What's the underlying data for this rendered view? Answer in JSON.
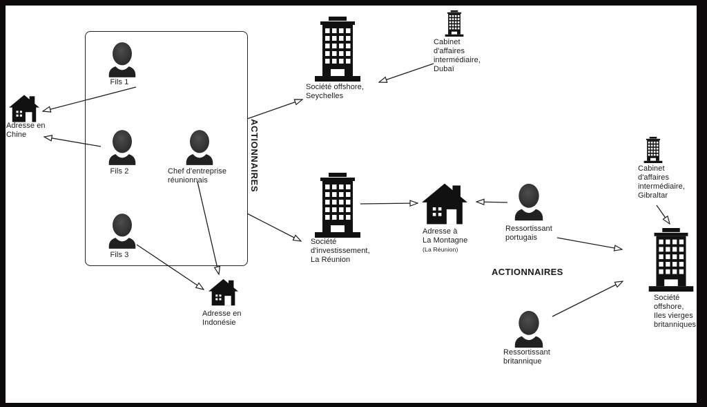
{
  "colors": {
    "ink": "#1a1a1a",
    "icon_fill": "#111111",
    "person_head": "#3a3a3a",
    "person_body": "#222222",
    "canvas": "#fefefe",
    "frame": "#0d0a0b"
  },
  "labels": {
    "actionnaires_box": "ACTIONNAIRES",
    "actionnaires_right": "ACTIONNAIRES"
  },
  "nodes": {
    "adresse_chine": {
      "icon": "house-icon",
      "label": "Adresse en\nChine"
    },
    "fils1": {
      "icon": "person-icon",
      "label": "Fils 1"
    },
    "fils2": {
      "icon": "person-icon",
      "label": "Fils 2"
    },
    "chef": {
      "icon": "person-icon",
      "label": "Chef d'entreprise\nréunionnais"
    },
    "fils3": {
      "icon": "person-icon",
      "label": "Fils 3"
    },
    "seychelles": {
      "icon": "office-building-icon",
      "label": "Société offshore,\nSeychelles"
    },
    "dubai": {
      "icon": "office-building-icon",
      "label": "Cabinet\nd'affaires\nintermédiaire,\nDubaï"
    },
    "investissement": {
      "icon": "office-building-icon",
      "label": "Société\nd'investissement,\nLa Réunion"
    },
    "montagne": {
      "icon": "house-icon",
      "label": "Adresse à\nLa Montagne",
      "sublabel": "(La Réunion)"
    },
    "portugais": {
      "icon": "person-icon",
      "label": "Ressortissant\nportugais"
    },
    "britannique": {
      "icon": "person-icon",
      "label": "Ressortissant\nbritannique"
    },
    "gibraltar": {
      "icon": "office-building-icon",
      "label": "Cabinet\nd'affaires\nintermédiaire,\nGibraltar"
    },
    "bvi": {
      "icon": "office-building-icon",
      "label": "Société\noffshore,\nIles vierges\nbritanniques"
    },
    "indonesie": {
      "icon": "house-icon",
      "label": "Adresse en\nIndonésie"
    }
  },
  "edges": [
    {
      "from": "fils1",
      "to": "adresse_chine"
    },
    {
      "from": "fils2",
      "to": "adresse_chine"
    },
    {
      "from": "family_box",
      "to": "seychelles"
    },
    {
      "from": "dubai",
      "to": "seychelles"
    },
    {
      "from": "family_box",
      "to": "investissement"
    },
    {
      "from": "investissement",
      "to": "montagne"
    },
    {
      "from": "portugais",
      "to": "montagne"
    },
    {
      "from": "portugais",
      "to": "bvi"
    },
    {
      "from": "britannique",
      "to": "bvi"
    },
    {
      "from": "gibraltar",
      "to": "bvi"
    },
    {
      "from": "fils3",
      "to": "indonesie"
    },
    {
      "from": "chef",
      "to": "indonesie"
    }
  ]
}
